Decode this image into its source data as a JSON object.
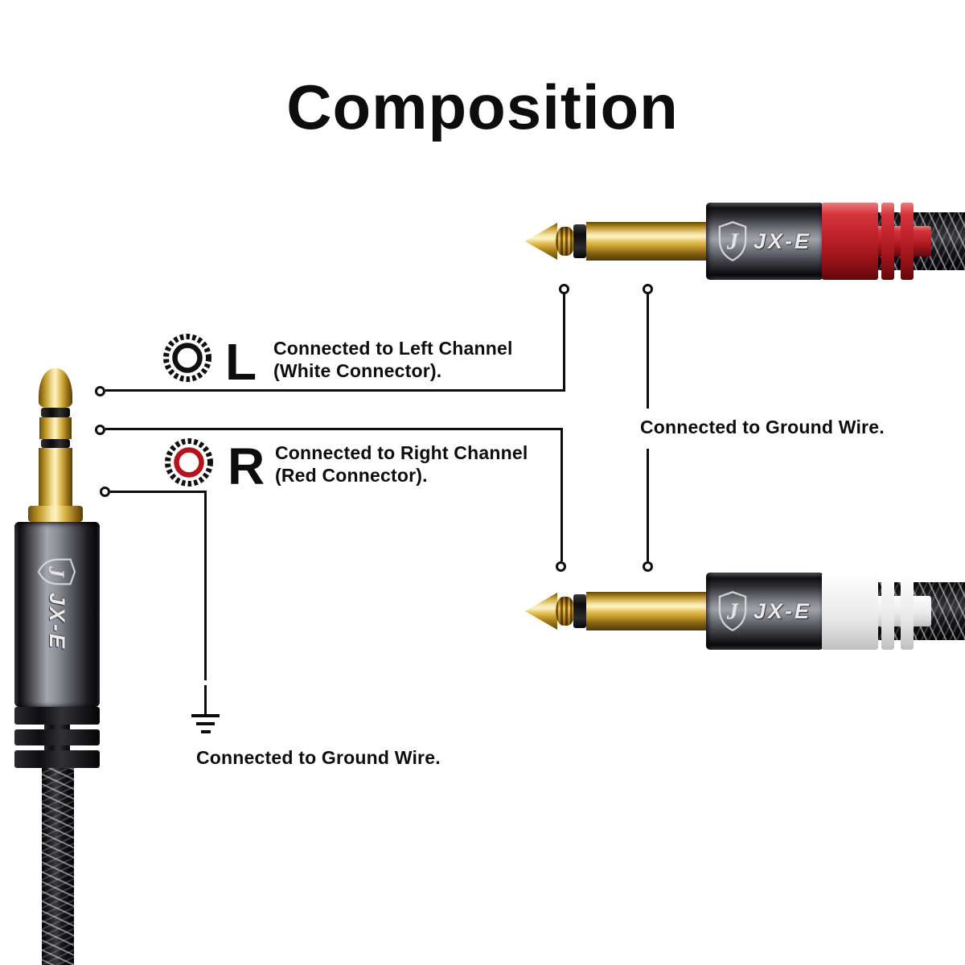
{
  "title": "Composition",
  "brand": {
    "name": "JX-E"
  },
  "callouts": {
    "left_channel": {
      "letter": "L",
      "line1": "Connected to Left Channel",
      "line2": "(White Connector)."
    },
    "right_channel": {
      "letter": "R",
      "line1": "Connected to Right Channel",
      "line2": "(Red Connector)."
    },
    "ground_mid": {
      "text": "Connected to Ground Wire."
    },
    "ground_bottom": {
      "text": "Connected to Ground Wire."
    }
  },
  "icons": {
    "left_connector_icon": "ring-connector-end-white",
    "right_connector_icon": "ring-connector-end-red",
    "ground_icon": "earth-ground-symbol",
    "shield_icon_letter": "J"
  },
  "colors": {
    "line": "#0d0d0d",
    "gold": "#d9b23a",
    "red_band": "#c2242c",
    "white_band": "#efefef",
    "left_icon_ring": "#101010",
    "right_icon_ring": "#b5121b",
    "barrel_gray": "#8b8b93",
    "cable_black": "#18181c"
  }
}
